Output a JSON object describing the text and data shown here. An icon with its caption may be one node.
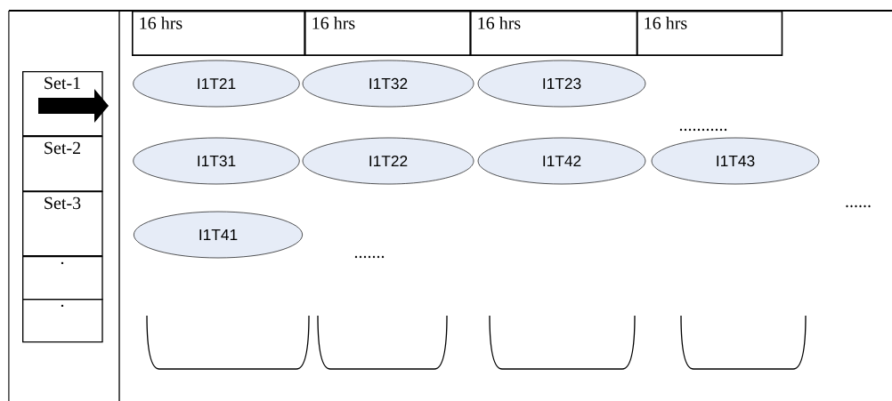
{
  "diagram": {
    "nodes": [
      {
        "text": [
          "16 hrs"
        ]
      },
      {
        "text": [
          "16 hrs"
        ]
      },
      {
        "text": [
          "16 hrs"
        ]
      },
      {
        "text": [
          "16 hrs"
        ]
      },
      {
        "text": [
          "Set-1"
        ]
      },
      {
        "text": [
          "Set-2"
        ]
      },
      {
        "text": [
          "Set-3"
        ]
      },
      {
        "text": [
          "."
        ]
      },
      {
        "text": [
          "."
        ]
      },
      {
        "text": [
          "I1T21"
        ]
      },
      {
        "text": [
          "I1T32"
        ]
      },
      {
        "text": [
          "I1T23"
        ]
      },
      {
        "text": [
          "I1T31"
        ]
      },
      {
        "text": [
          "I1T22"
        ]
      },
      {
        "text": [
          "I1T42"
        ]
      },
      {
        "text": [
          "I1T43"
        ]
      },
      {
        "text": [
          "I1T41"
        ]
      },
      {
        "text": [],
        "shape": "bucket"
      },
      {
        "text": [],
        "shape": "bucket"
      },
      {
        "text": [],
        "shape": "bucket"
      },
      {
        "text": [],
        "shape": "bucket"
      }
    ],
    "labels": [
      "...........",
      "......",
      "......."
    ]
  }
}
